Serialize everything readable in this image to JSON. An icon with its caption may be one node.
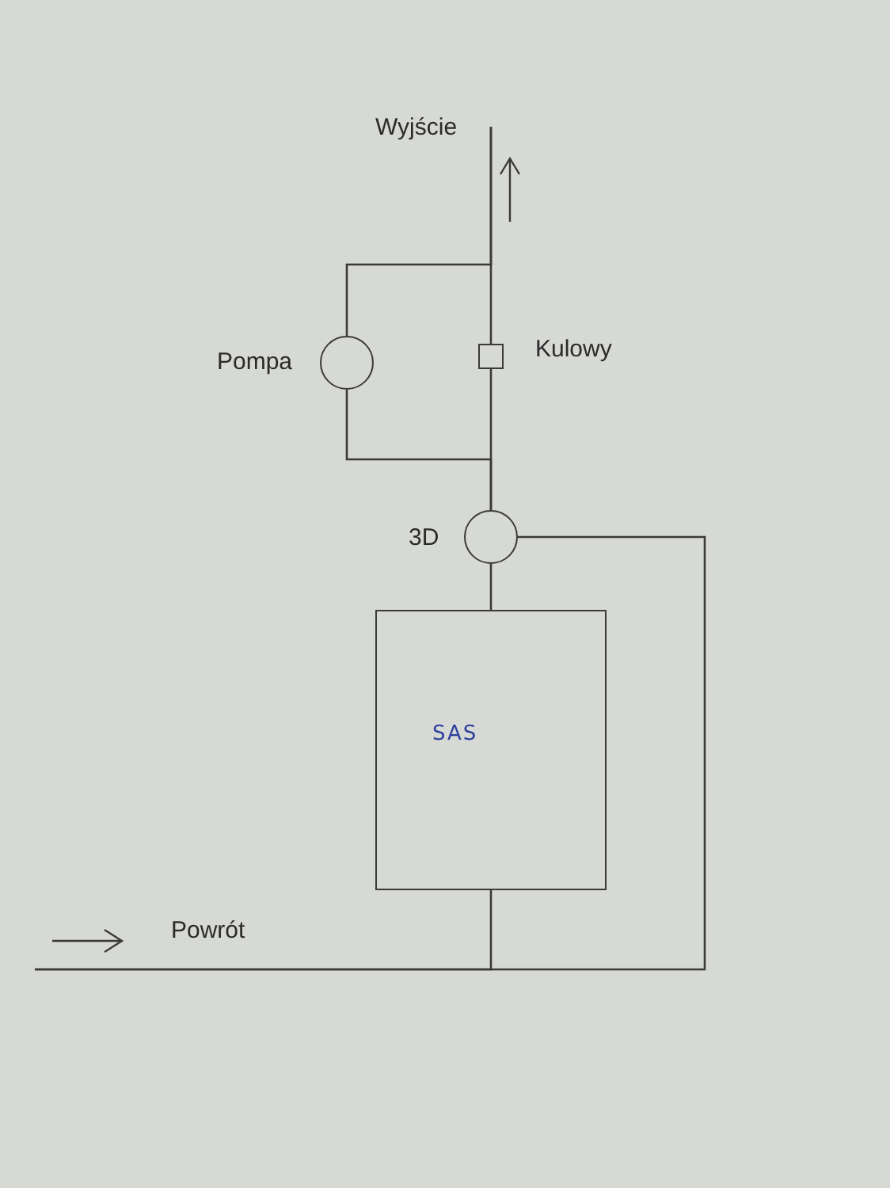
{
  "diagram": {
    "nodes": [
      {
        "text": [],
        "shape": "circle",
        "beside": [
          "Pompa"
        ]
      },
      {
        "text": [],
        "shape": "box",
        "beside": [
          "Kulowy"
        ]
      },
      {
        "text": [],
        "shape": "circle",
        "beside": [
          "3D"
        ]
      },
      {
        "text": [
          "SAS"
        ]
      }
    ],
    "edges": [
      {
        "from": 0,
        "to": null,
        "arrow": "none"
      },
      {
        "from": 1,
        "to": null,
        "arrow": "none"
      },
      {
        "from": 2,
        "to": 0,
        "arrow": "none"
      },
      {
        "from": 2,
        "to": 1,
        "arrow": "none"
      },
      {
        "from": 3,
        "to": 2,
        "arrow": "none"
      },
      {
        "from": null,
        "to": 3,
        "arrow": "none"
      },
      {
        "from": null,
        "to": 2,
        "arrow": "none"
      }
    ],
    "labels": [
      "Wyjście",
      "Powrót"
    ]
  }
}
